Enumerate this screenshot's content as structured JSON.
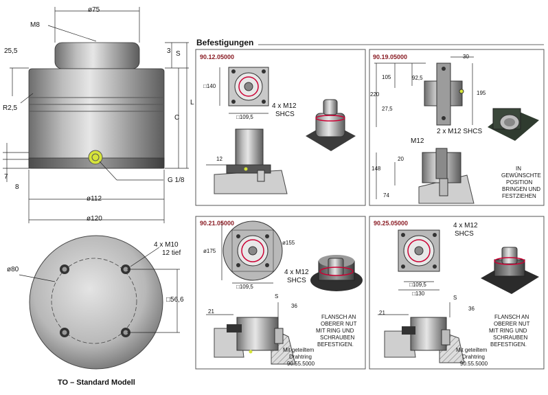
{
  "main_drawing": {
    "dims": {
      "d75": "ø75",
      "m8": "M8",
      "r25_5": "25,5",
      "s3": "3",
      "S": "S",
      "L": "L",
      "C": "C",
      "r2_5": "R2,5",
      "d7": "7",
      "d8": "8",
      "g18": "G 1/8",
      "d112": "ø112",
      "d120": "ø120"
    },
    "bottom_view": {
      "d80": "ø80",
      "bolts": "4 x M10",
      "deep": "12 tief",
      "sq": "□56,6"
    },
    "caption": "TO – Standard Modell"
  },
  "section_title": "Befestigungen",
  "panels": [
    {
      "code": "90.12.05000",
      "labels": {
        "sq140": "□140",
        "sq109": "□109,5",
        "bolts": "4 x M12",
        "shcs": "SHCS",
        "h12": "12"
      }
    },
    {
      "code": "90.19.05000",
      "labels": {
        "w30": "30",
        "h105": "105",
        "h92": "92,5",
        "h220": "220",
        "h195": "195",
        "h27": "27,5",
        "bolts": "2 x M12 SHCS",
        "m12": "M12",
        "h20": "20",
        "h148": "148",
        "h74": "74",
        "note": [
          "IN",
          "GEWÜNSCHTE",
          "POSITION",
          "BRINGEN UND",
          "FESTZIEHEN"
        ]
      }
    },
    {
      "code": "90.21.05000",
      "labels": {
        "d155": "ø155",
        "h175": "ø175",
        "sq109": "□109,5",
        "bolts": "4 x M12",
        "shcs": "SHCS",
        "S": "S",
        "h36": "36",
        "h21": "21",
        "ring": [
          "Mit geteiltem",
          "Drahtring",
          "90.55.5000"
        ],
        "note": [
          "FLANSCH AN",
          "OBERER NUT",
          "MIT RING UND",
          "SCHRAUBEN",
          "BEFESTIGEN."
        ]
      }
    },
    {
      "code": "90.25.05000",
      "labels": {
        "bolts": "4 x M12",
        "shcs": "SHCS",
        "sq109": "□109,5",
        "sq130": "□130",
        "S": "S",
        "h36": "36",
        "h21": "21",
        "ring": [
          "Mit geteiltem",
          "Drahtring",
          "90.55.5000"
        ],
        "note": [
          "FLANSCH AN",
          "OBERER NUT",
          "MIT RING UND",
          "SCHRAUBEN",
          "BEFESTIGEN."
        ]
      }
    }
  ]
}
